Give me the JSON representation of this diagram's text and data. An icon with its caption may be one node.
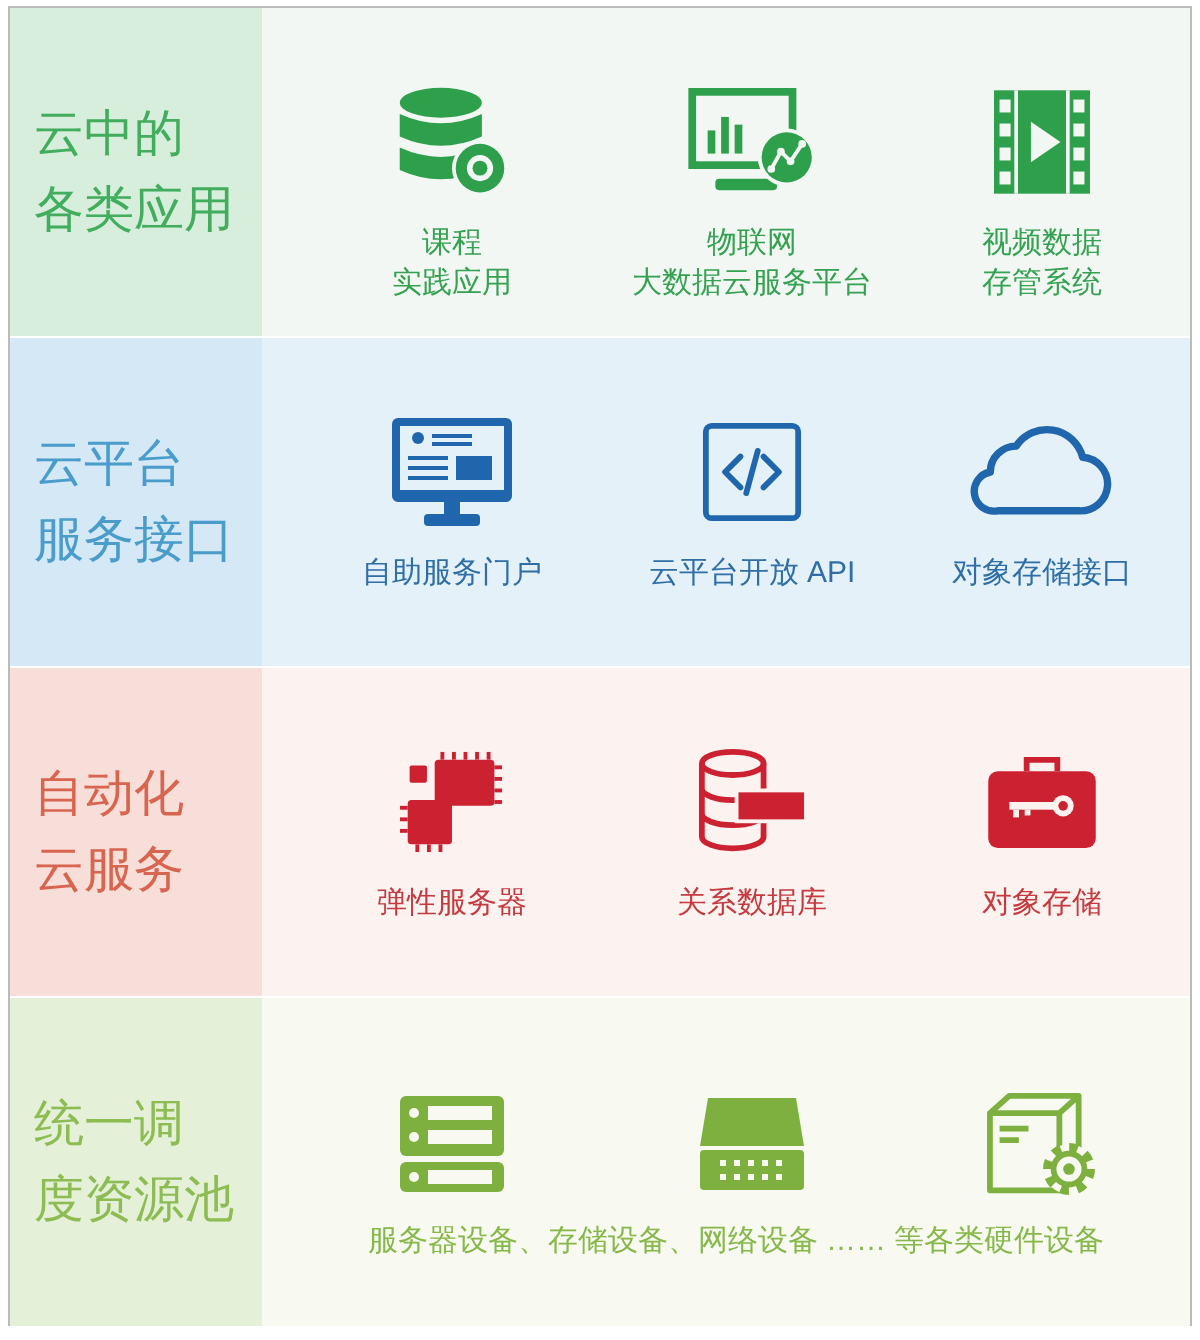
{
  "diagram": {
    "nodes": [
      {
        "text": [
          "云中的各类应用"
        ]
      },
      {
        "text": [
          "课程实践应用"
        ],
        "in": 0
      },
      {
        "text": [
          "物联网大数据云服务平台"
        ],
        "in": 0
      },
      {
        "text": [
          "视频数据存管系统"
        ],
        "in": 0
      },
      {
        "text": [
          "云平台服务接口"
        ]
      },
      {
        "text": [
          "自助服务门户"
        ],
        "in": 4
      },
      {
        "text": [
          "云平台开放 API"
        ],
        "in": 4
      },
      {
        "text": [
          "对象存储接口"
        ],
        "in": 4
      },
      {
        "text": [
          "自动化云服务"
        ]
      },
      {
        "text": [
          "弹性服务器"
        ],
        "in": 8
      },
      {
        "text": [
          "关系数据库"
        ],
        "in": 8
      },
      {
        "text": [
          "对象存储"
        ],
        "in": 8
      },
      {
        "text": [
          "统一调度资源池"
        ]
      },
      {
        "text": [
          "服务器设备、存储设备、网络设备 …… 等各类硬件设备"
        ],
        "in": 12
      }
    ]
  }
}
